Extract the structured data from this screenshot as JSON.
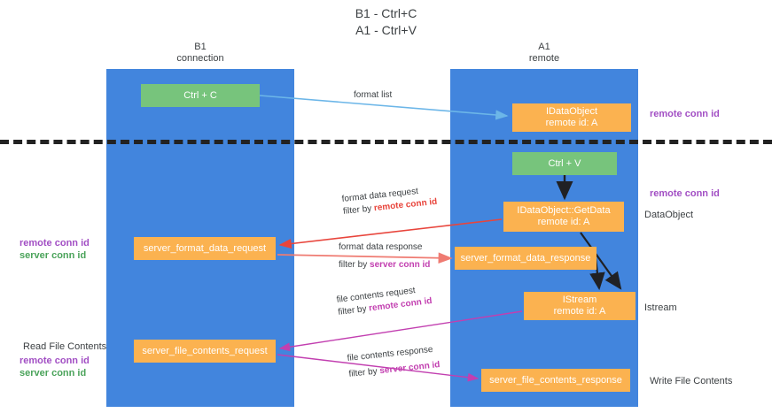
{
  "diagram": {
    "title_line1": "B1 - Ctrl+C",
    "title_line2": "A1 - Ctrl+V",
    "type": "sequence-flow"
  },
  "lanes": [
    {
      "id": "b1",
      "title_line1": "B1",
      "title_line2": "connection",
      "color": "#4285dd"
    },
    {
      "id": "a1",
      "title_line1": "A1",
      "title_line2": "remote",
      "color": "#4285dd"
    }
  ],
  "nodes": {
    "ctrl_c": {
      "label": "Ctrl + C",
      "sub": "",
      "color": "#77c47c",
      "lane": "b1"
    },
    "idataobject": {
      "label": "IDataObject",
      "sub": "remote id: A",
      "color": "#fbb250",
      "lane": "a1"
    },
    "ctrl_v": {
      "label": "Ctrl + V",
      "sub": "",
      "color": "#77c47c",
      "lane": "a1"
    },
    "getdata": {
      "label": "IDataObject::GetData",
      "sub": "remote id: A",
      "color": "#fbb250",
      "lane": "a1"
    },
    "format_data_request": {
      "label": "server_format_data_request",
      "sub": "",
      "color": "#fbb250",
      "lane": "b1"
    },
    "format_data_response": {
      "label": "server_format_data_response",
      "sub": "",
      "color": "#fbb250",
      "lane": "a1"
    },
    "istream": {
      "label": "IStream",
      "sub": "remote id: A",
      "color": "#fbb250",
      "lane": "a1"
    },
    "file_contents_request": {
      "label": "server_file_contents_request",
      "sub": "",
      "color": "#fbb250",
      "lane": "b1"
    },
    "file_contents_response": {
      "label": "server_file_contents_response",
      "sub": "",
      "color": "#fbb250",
      "lane": "a1"
    }
  },
  "arrow_labels": {
    "format_list": {
      "text": "format list",
      "color": "#3c4043"
    },
    "format_data_request": {
      "line1": "format data request",
      "filter_prefix": "filter by ",
      "filter_key": "remote conn id",
      "filter_color": "#e8453c"
    },
    "format_data_response": {
      "line1": "format data response",
      "filter_prefix": "filter by ",
      "filter_key": "server conn id",
      "filter_color": "#c23fb0"
    },
    "file_contents_request": {
      "line1": "file contents request",
      "filter_prefix": "filter by ",
      "filter_key": "remote conn id",
      "filter_color": "#c23fb0"
    },
    "file_contents_response": {
      "line1": "file contents response",
      "filter_prefix": "filter by ",
      "filter_key": "server conn id",
      "filter_color": "#c23fb0"
    }
  },
  "side_labels": {
    "right_remote_conn_id_top": {
      "text": "remote conn id",
      "color": "#a24fc4"
    },
    "right_remote_conn_id_mid": {
      "text": "remote conn id",
      "color": "#a24fc4"
    },
    "right_dataobject": {
      "text": "DataObject",
      "color": "#3c4043"
    },
    "right_istream": {
      "text": "Istream",
      "color": "#3c4043"
    },
    "right_write_file_contents": {
      "text": "Write File Contents",
      "color": "#3c4043"
    },
    "left_remote_conn_id_top": {
      "text": "remote conn id",
      "color": "#a24fc4"
    },
    "left_server_conn_id_top": {
      "text": "server conn id",
      "color": "#4aa35a"
    },
    "left_read_file_contents": {
      "text": "Read File Contents",
      "color": "#3c4043"
    },
    "left_remote_conn_id_bottom": {
      "text": "remote conn id",
      "color": "#a24fc4"
    },
    "left_server_conn_id_bottom": {
      "text": "server conn id",
      "color": "#4aa35a"
    }
  },
  "colors": {
    "lane": "#4285dd",
    "green_node": "#77c47c",
    "orange_node": "#fbb250",
    "separator": "#222222",
    "arrow_blue": "#6cb6e8",
    "arrow_red": "#e8453c",
    "arrow_salmon": "#ef7b72",
    "arrow_magenta": "#c23fb0",
    "arrow_black": "#202124"
  }
}
